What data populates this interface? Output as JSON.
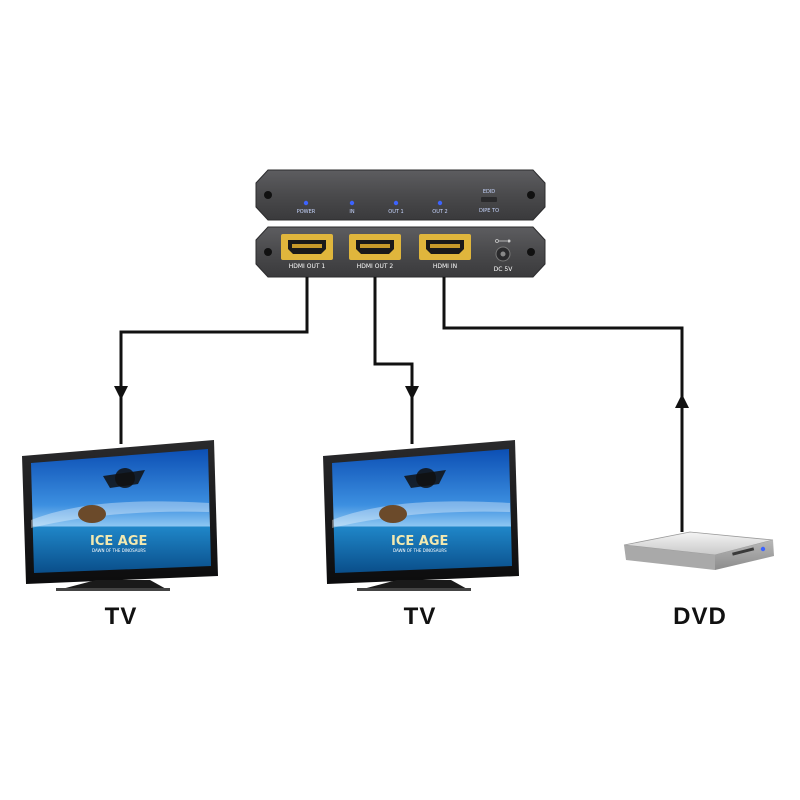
{
  "splitter": {
    "front_leds": [
      "POWER",
      "IN",
      "OUT 1",
      "OUT 2"
    ],
    "front_switch": [
      "EDID",
      "DIPE TO"
    ],
    "ports": {
      "out1": "HDMI OUT 1",
      "out2": "HDMI OUT 2",
      "in": "HDMI IN"
    },
    "power_label": "DC 5V",
    "led_color": "#3c63ff",
    "body_color": "#4a4a4c",
    "port_color": "#e0b63c"
  },
  "screen": {
    "title": "ICE AGE",
    "subtitle": "DAWN OF THE DINOSAURS"
  },
  "devices": {
    "tv1_label": "TV",
    "tv2_label": "TV",
    "dvd_label": "DVD"
  }
}
